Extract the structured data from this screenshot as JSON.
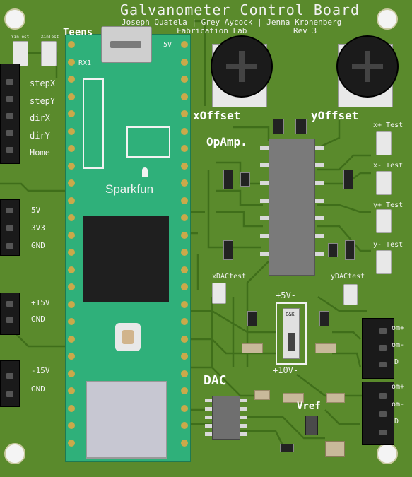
{
  "title": "Galvanometer Control Board",
  "authors": "Joseph Quatela | Grey Aycock | Jenna Kronenberg",
  "lab": "Fabrication Lab",
  "lab_prefix": "",
  "revision": "Rev_3",
  "test_points": {
    "y_in": "YinTest",
    "x_in": "XinTest"
  },
  "teensy": {
    "label": "Teens",
    "rx_label": "RX1",
    "v5_label": "5V",
    "brand": "Sparkfun"
  },
  "left_header_1": [
    "stepX",
    "stepY",
    "dirX",
    "dirY",
    "Home"
  ],
  "left_header_2": [
    "5V",
    "3V3",
    "GND"
  ],
  "left_header_3": [
    "+15V",
    "GND"
  ],
  "left_header_4": [
    "-15V",
    "GND"
  ],
  "pots": {
    "x": "xOffset",
    "y": "yOffset"
  },
  "opamp_label": "OpAmp.",
  "right_tests": [
    "x+ Test",
    "x- Test",
    "y+ Test",
    "y- Test"
  ],
  "dac_tests": {
    "x": "xDACtest",
    "y": "yDACtest"
  },
  "switch": {
    "top": "+5V-",
    "bottom": "+10V-",
    "chip": "C&K"
  },
  "dac_label": "DAC",
  "vref_label": "Vref",
  "right_conn_1": [
    "om+",
    "om-",
    "D"
  ],
  "right_conn_2": [
    "om+",
    "om-",
    "D"
  ],
  "colors": {
    "pcb": "#5a8a2c",
    "teensy": "#2fb07a",
    "silk": "#f2f2f2",
    "trace": "#3f6e1a"
  }
}
